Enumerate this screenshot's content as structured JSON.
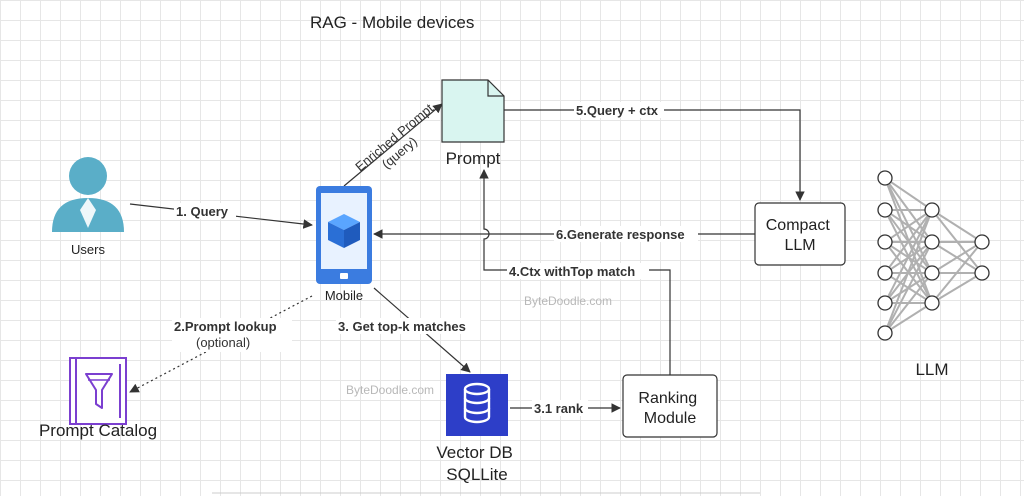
{
  "title": "RAG - Mobile devices",
  "nodes": {
    "users": "Users",
    "mobile": "Mobile",
    "prompt": "Prompt",
    "compact_llm": [
      "Compact",
      "LLM"
    ],
    "llm": "LLM",
    "prompt_catalog": "Prompt Catalog",
    "vector_db": [
      "Vector DB",
      "SQLLite"
    ],
    "ranking": [
      "Ranking",
      "Module"
    ]
  },
  "edges": {
    "query": "1. Query",
    "enriched_prompt": [
      "Enriched Prompt",
      "(query)"
    ],
    "query_ctx": "5.Query + ctx",
    "generate_response": "6.Generate response",
    "ctx_top_match": "4.Ctx withTop match",
    "prompt_lookup": [
      "2.Prompt lookup",
      "(optional)"
    ],
    "top_k": "3. Get top-k matches",
    "rank": "3.1 rank"
  },
  "watermarks": [
    "ByteDoodle.com",
    "ByteDoodle.com"
  ],
  "colors": {
    "user": "#5aaec8",
    "mobile": "#3b7ce0",
    "prompt_fill": "#d9f5f0",
    "vector_db": "#2d3ec8",
    "catalog": "#7b3fd0",
    "llm_edge": "#b0b0b0"
  }
}
